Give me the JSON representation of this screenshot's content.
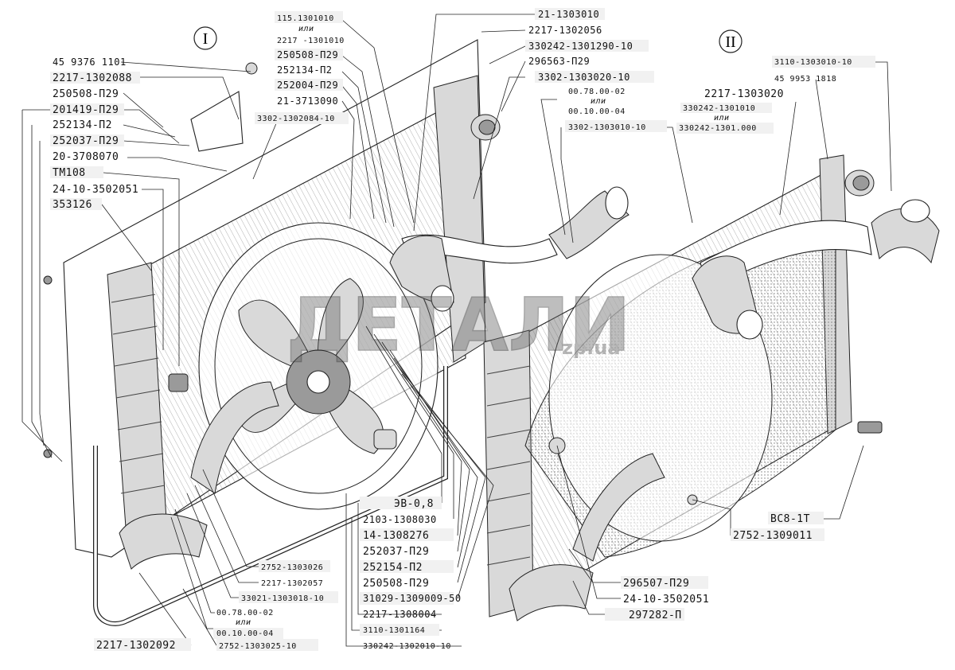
{
  "views": {
    "left": "I",
    "right": "II"
  },
  "watermark": {
    "main": "ДЕТАЛИ",
    "suffix": "zp.ua"
  },
  "ili_word": "или",
  "labels": [
    {
      "id": "115.1301010"
    },
    {
      "id": "2217 -1301010"
    },
    {
      "id": "250508-П29 a"
    },
    {
      "id": "252134-П2 a"
    },
    {
      "id": "252004-П29"
    },
    {
      "id": "21-3713090"
    },
    {
      "id": "3302-1302084-10"
    },
    {
      "id": "45 9376 1101"
    },
    {
      "id": "2217-1302088"
    },
    {
      "id": "250508-П29 b"
    },
    {
      "id": "201419-П29"
    },
    {
      "id": "252134-П2 b"
    },
    {
      "id": "252037-П29 a"
    },
    {
      "id": "20-3708070"
    },
    {
      "id": "ТМ108"
    },
    {
      "id": "24-10-3502051 a"
    },
    {
      "id": "353126"
    },
    {
      "id": "21-1303010"
    },
    {
      "id": "2217-1302056"
    },
    {
      "id": "330242-1301290-10"
    },
    {
      "id": "296563-П29"
    },
    {
      "id": "3302-1303020-10"
    },
    {
      "id": "00.78.00-02 a"
    },
    {
      "id": "00.10.00-04 a"
    },
    {
      "id": "3302-1303010-10"
    },
    {
      "id": "3110-1303010-10"
    },
    {
      "id": "45 9953 1818"
    },
    {
      "id": "2217-1303020"
    },
    {
      "id": "330242-1301010"
    },
    {
      "id": "330242-1301.000"
    },
    {
      "id": "ЭВ-0,8"
    },
    {
      "id": "2103-1308030"
    },
    {
      "id": "14-1308276"
    },
    {
      "id": "252037-П29 b"
    },
    {
      "id": "252154-П2"
    },
    {
      "id": "250508-П29 c"
    },
    {
      "id": "31029-1309009-50"
    },
    {
      "id": "2217-1308004"
    },
    {
      "id": "3110-1301164"
    },
    {
      "id": "330242-1302010-10"
    },
    {
      "id": "2752-1303026"
    },
    {
      "id": "2217-1302057"
    },
    {
      "id": "33021-1303018-10"
    },
    {
      "id": "00.78.00-02 b"
    },
    {
      "id": "00.10.00-04 b"
    },
    {
      "id": "2217-1302092"
    },
    {
      "id": "2752-1303025-10"
    },
    {
      "id": "ВС8-1Т"
    },
    {
      "id": "2752-1309011"
    },
    {
      "id": "296507-П29"
    },
    {
      "id": "24-10-3502051 b"
    },
    {
      "id": "297282-П"
    }
  ],
  "text": {
    "l01": "115.1301010",
    "l02": "2217 -1301010",
    "l03": "250508-П29",
    "l04": "252134-П2",
    "l05": "252004-П29",
    "l06": "21-3713090",
    "l07": "3302-1302084-10",
    "l08": "45 9376 1101",
    "l09": "2217-1302088",
    "l10": "250508-П29",
    "l11": "201419-П29",
    "l12": "252134-П2",
    "l13": "252037-П29",
    "l14": "20-3708070",
    "l15": "ТМ108",
    "l16": "24-10-3502051",
    "l17": "353126",
    "l18": "21-1303010",
    "l19": "2217-1302056",
    "l20": "330242-1301290-10",
    "l21": "296563-П29",
    "l22": "3302-1303020-10",
    "l23": "00.78.00-02",
    "l24": "00.10.00-04",
    "l25": "3302-1303010-10",
    "l26": "3110-1303010-10",
    "l27": "45 9953 1818",
    "l28": "2217-1303020",
    "l29": "330242-1301010",
    "l30": "330242-1301.000",
    "l31": "ЭВ-0,8",
    "l32": "2103-1308030",
    "l33": "14-1308276",
    "l34": "252037-П29",
    "l35": "252154-П2",
    "l36": "250508-П29",
    "l37": "31029-1309009-50",
    "l38": "2217-1308004",
    "l39": "3110-1301164",
    "l40": "330242-1302010-10",
    "l41": "2752-1303026",
    "l42": "2217-1302057",
    "l43": "33021-1303018-10",
    "l44": "00.78.00-02",
    "l45": "00.10.00-04",
    "l46": "2217-1302092",
    "l47": "2752-1303025-10",
    "l48": "ВС8-1Т",
    "l49": "2752-1309011",
    "l50": "296507-П29",
    "l51": "24-10-3502051",
    "l52": "297282-П"
  }
}
